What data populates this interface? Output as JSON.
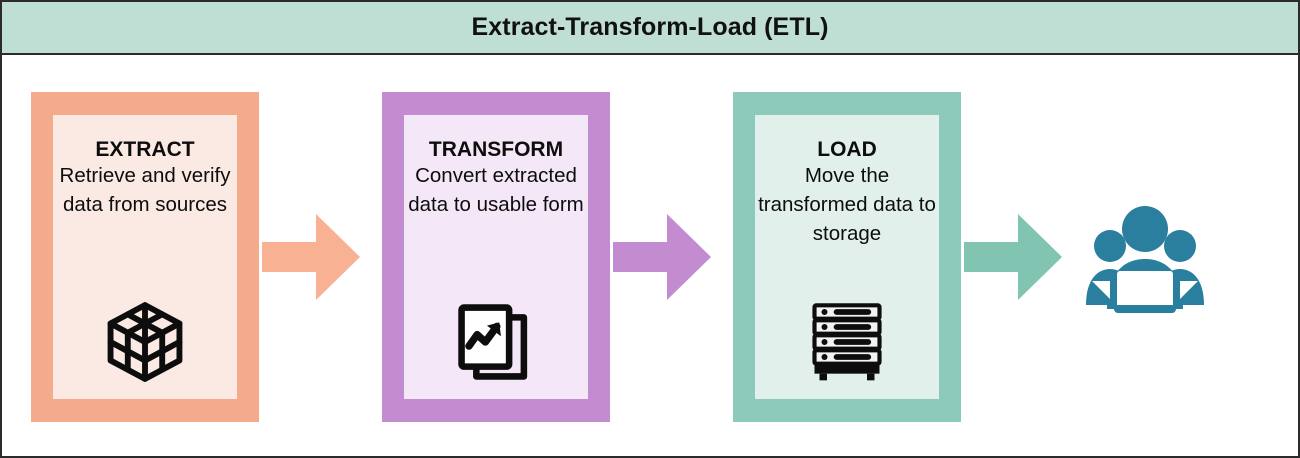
{
  "figure": {
    "title": "Extract-Transform-Load (ETL)",
    "header_bg": "#bfdfd4",
    "frame_border": "#2b2b2b",
    "background": "#ffffff"
  },
  "stages": [
    {
      "key": "extract",
      "heading": "EXTRACT",
      "description": "Retrieve and verify data from sources",
      "icon": "data-cube-icon",
      "outer_color": "#f4ab8b",
      "inner_color": "#fbeae3"
    },
    {
      "key": "transform",
      "heading": "TRANSFORM",
      "description": "Convert extracted data to usable form",
      "icon": "chart-documents-icon",
      "outer_color": "#c48cd0",
      "inner_color": "#f4e7f8"
    },
    {
      "key": "load",
      "heading": "LOAD",
      "description": "Move the transformed data to storage",
      "icon": "server-rack-icon",
      "outer_color": "#8ecabb",
      "inner_color": "#e2f0ec"
    }
  ],
  "arrows": [
    {
      "key": "extract-to-transform",
      "name": "arrow-right-icon",
      "color": "#f8b293"
    },
    {
      "key": "transform-to-load",
      "name": "arrow-right-icon",
      "color": "#c48cd0"
    },
    {
      "key": "load-to-users",
      "name": "arrow-right-icon",
      "color": "#81c4b2"
    }
  ],
  "audience": {
    "icon": "users-group-icon",
    "color": "#2b7f9e"
  },
  "icon_colors": {
    "glyph_dark": "#0d0d0d"
  }
}
